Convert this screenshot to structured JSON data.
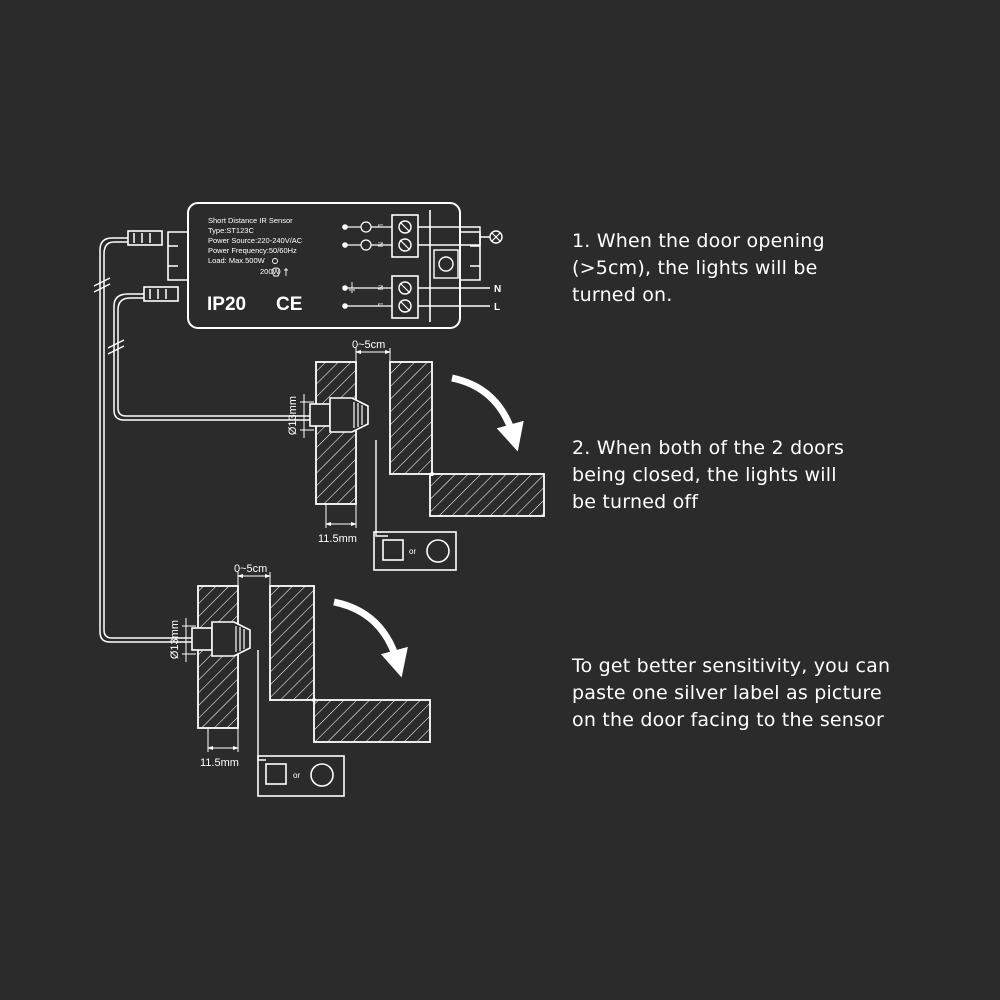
{
  "device": {
    "name_line": "Short Distance IR Sensor",
    "type_line": "Type:ST123C",
    "power_source_line": "Power Source:220-240V/AC",
    "frequency_line": "Power Frequency:50/60Hz",
    "load_line": "Load: Max.500W",
    "lamp_rating": "200W",
    "ip_rating": "IP20",
    "ce_mark": "CE",
    "terminal_l": "L",
    "terminal_n": "N",
    "out_n": "N",
    "out_l": "L"
  },
  "install_top": {
    "gap_label": "0~5cm",
    "hole_label": "Ø13mm",
    "thickness_label": "11.5mm",
    "label_or": "or"
  },
  "install_bottom": {
    "gap_label": "0~5cm",
    "hole_label": "Ø13mm",
    "thickness_label": "11.5mm",
    "label_or": "or"
  },
  "notes": {
    "step1": [
      "1. When the door opening",
      "(>5cm), the lights will be",
      "turned on."
    ],
    "step2": [
      "2. When both of the 2 doors",
      "being closed, the lights will",
      "be turned off"
    ],
    "tip": [
      "To get better sensitivity, you can",
      "paste one silver label as picture",
      "on the door facing to the sensor"
    ]
  },
  "colors": {
    "background": "#2b2b2b",
    "line": "#ffffff"
  }
}
